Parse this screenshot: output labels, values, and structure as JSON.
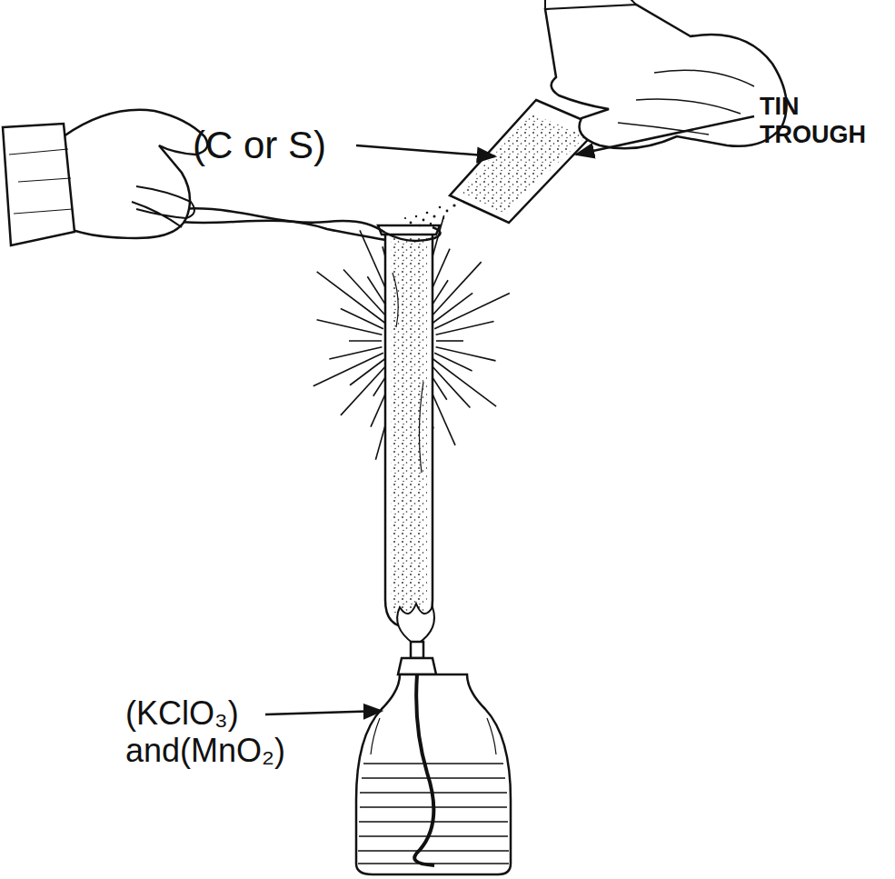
{
  "diagram": {
    "labels": [
      "(C or S)",
      "TIN TROUGH",
      "(KClO₃) and(MnO₂)"
    ]
  }
}
